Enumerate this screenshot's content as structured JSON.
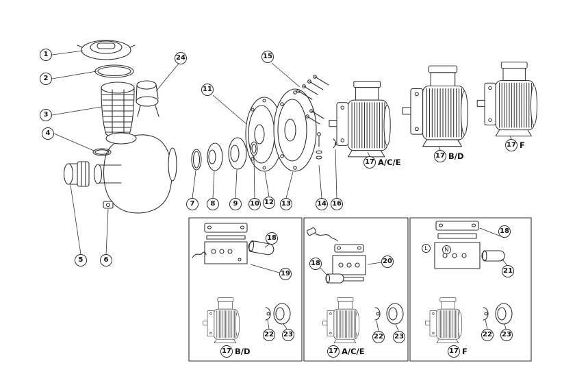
{
  "diagram": {
    "type": "exploded-parts-diagram",
    "background_color": "#ffffff",
    "line_color": "#2d2d2d"
  },
  "callouts": {
    "n1": "1",
    "n2": "2",
    "n3": "3",
    "n4": "4",
    "n5": "5",
    "n6": "6",
    "n7": "7",
    "n8": "8",
    "n9": "9",
    "n10": "10",
    "n11": "11",
    "n12": "12",
    "n13": "13",
    "n14": "14",
    "n15": "15",
    "n16": "16",
    "n17": "17",
    "n18": "18",
    "n19": "19",
    "n20": "20",
    "n21": "21",
    "n22": "22",
    "n23": "23",
    "n24": "24"
  },
  "variant_labels": {
    "ace": "A/C/E",
    "bd": "B/D",
    "f": "F"
  },
  "terminal_letters": {
    "l": "L",
    "n": "N"
  }
}
